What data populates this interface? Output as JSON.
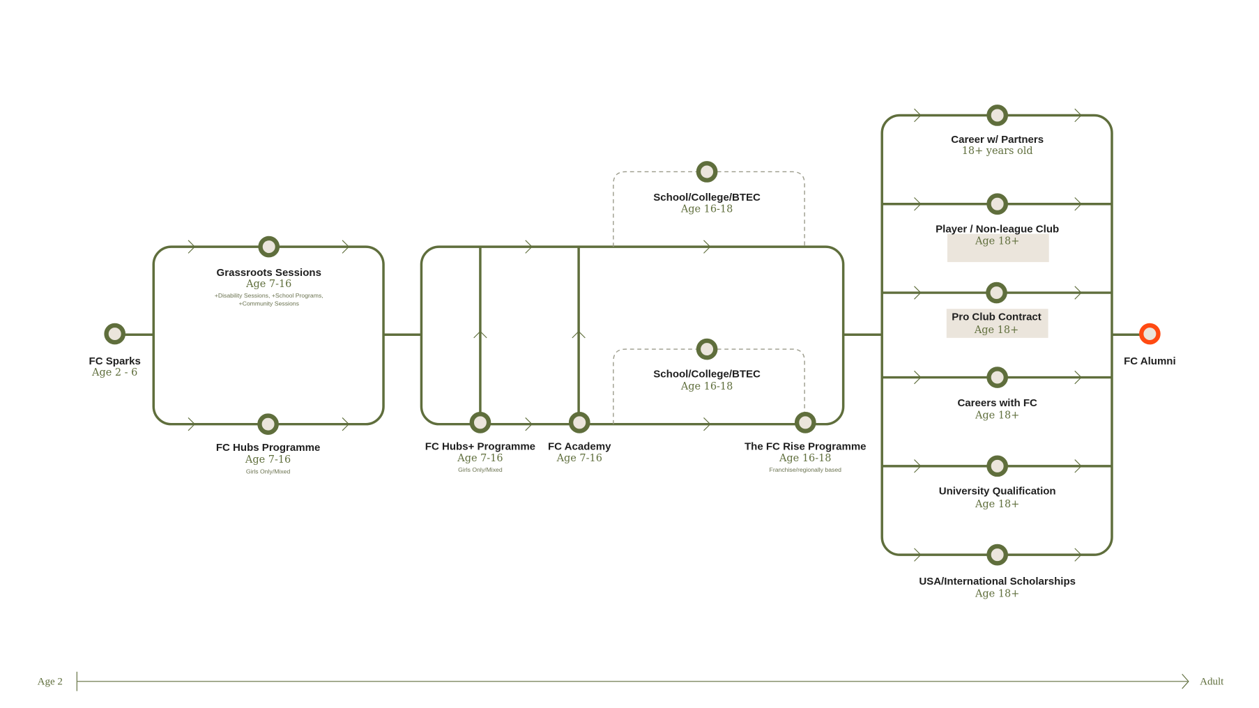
{
  "colors": {
    "line": "#5f6e3c",
    "node_fill": "#ebe5dc",
    "end_node": "#ff4a12",
    "text": "#1f1f1f"
  },
  "nodes": {
    "sparks": {
      "title": "FC Sparks",
      "age": "Age 2 - 6"
    },
    "grassroots": {
      "title": "Grassroots Sessions",
      "age": "Age 7-16",
      "note1": "+Disability Sessions, +School Programs,",
      "note2": "+Community Sessions"
    },
    "hubs": {
      "title": "FC Hubs Programme",
      "age": "Age 7-16",
      "note": "Girls Only/Mixed"
    },
    "hubs_plus": {
      "title": "FC Hubs+ Programme",
      "age": "Age 7-16",
      "note": "Girls Only/Mixed"
    },
    "academy": {
      "title": "FC Academy",
      "age": "Age 7-16"
    },
    "school_top": {
      "title": "School/College/BTEC",
      "age": "Age 16-18"
    },
    "school_bottom": {
      "title": "School/College/BTEC",
      "age": "Age 16-18"
    },
    "rise": {
      "title": "The FC Rise Programme",
      "age": "Age 16-18",
      "note": "Franchise/regionally based"
    },
    "career_partners": {
      "title": "Career w/ Partners",
      "age": "18+ years old"
    },
    "player_nonleague": {
      "title": "Player / Non-league Club",
      "age": "Age 18+"
    },
    "pro_club": {
      "title": "Pro Club Contract",
      "age": "Age 18+"
    },
    "careers_fc": {
      "title": "Careers with FC",
      "age": "Age 18+"
    },
    "university": {
      "title": "University Qualification",
      "age": "Age 18+"
    },
    "usa": {
      "title": "USA/International Scholarships",
      "age": "Age 18+"
    },
    "alumni": {
      "title": "FC Alumni"
    }
  },
  "axis": {
    "start": "Age 2",
    "end": "Adult"
  }
}
